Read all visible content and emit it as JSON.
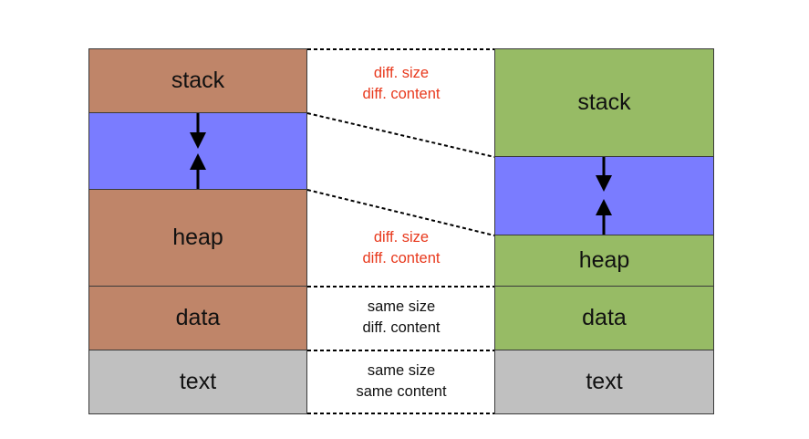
{
  "colors": {
    "process_a_segment": "#bf8569",
    "process_b_segment": "#97bb65",
    "free_space": "#7a7cff",
    "text_segment": "#c0c0c0",
    "differs_note": "#e8391d",
    "same_note": "#111111"
  },
  "process_a": {
    "stack_label": "stack",
    "heap_label": "heap",
    "data_label": "data",
    "text_label": "text"
  },
  "process_b": {
    "stack_label": "stack",
    "heap_label": "heap",
    "data_label": "data",
    "text_label": "text"
  },
  "notes": {
    "stack": {
      "line1": "diff. size",
      "line2": "diff. content"
    },
    "heap": {
      "line1": "diff. size",
      "line2": "diff. content"
    },
    "data": {
      "line1": "same size",
      "line2": "diff. content"
    },
    "text": {
      "line1": "same size",
      "line2": "same content"
    }
  }
}
